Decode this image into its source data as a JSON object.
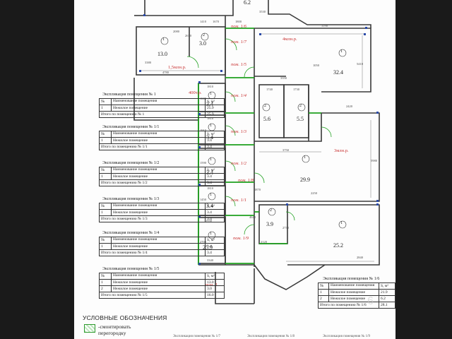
{
  "rooms": [
    {
      "id": "room-top",
      "area": "6.2",
      "num": ""
    },
    {
      "id": "room-13",
      "area": "13.0",
      "num": "1"
    },
    {
      "id": "room-3-0",
      "area": "3.0",
      "num": "2"
    },
    {
      "id": "room-32-4",
      "area": "32.4",
      "num": "1"
    },
    {
      "id": "room-5-6",
      "area": "5.6",
      "num": "2"
    },
    {
      "id": "room-5-5",
      "area": "5.5",
      "num": "2"
    },
    {
      "id": "room-34a",
      "area": "3.4",
      "num": "1"
    },
    {
      "id": "room-34b",
      "area": "3.4",
      "num": "1"
    },
    {
      "id": "room-34c",
      "area": "3.4",
      "num": "1"
    },
    {
      "id": "room-34d",
      "area": "3.4",
      "num": "1"
    },
    {
      "id": "room-29-9",
      "area": "29.9",
      "num": "1"
    },
    {
      "id": "room-3-9",
      "area": "3.9",
      "num": "2"
    },
    {
      "id": "room-25-9",
      "area": "25.9",
      "num": "1"
    },
    {
      "id": "room-25-2",
      "area": "25.2",
      "num": "1"
    }
  ],
  "redlabels": [
    "пом. 1/6",
    "пом. 1/7",
    "пом. 1/5",
    "пом. 1/4",
    "пом. 1/3",
    "пом. 1/2",
    "пом. 1/8",
    "пом. 1/1",
    "пом. 1/9",
    "пом. 1",
    "4млн.р.",
    "1,5млн.р.",
    "400т.р.",
    "3млн.р."
  ],
  "dims": [
    "3530",
    "1410",
    "1670",
    "1800",
    "2080",
    "2670",
    "3190",
    "5410",
    "3380",
    "4780",
    "3350",
    "1810",
    "1740",
    "1730",
    "2420",
    "3750",
    "5980",
    "1870",
    "2250",
    "1930",
    "3340",
    "2120",
    "2730",
    "4640",
    "2840",
    "1810",
    "1810",
    "1910",
    "1590",
    "1450",
    "1600",
    "2700",
    "1050"
  ],
  "tables": [
    {
      "caption": "Экспликация помещения № 1",
      "h1": "№",
      "h2": "Наименование помещения",
      "h3": "S, м²",
      "row_num": "1",
      "row_name": "Нежилое помещение",
      "row_val": "25.9",
      "total_label": "Итого по помещению № 1",
      "total_val": "25.9"
    },
    {
      "caption": "Экспликация помещения № 1/1",
      "h1": "№",
      "h2": "Наименование помещения",
      "h3": "S, м²",
      "row_num": "1",
      "row_name": "Нежилое помещение",
      "row_val": "3.4",
      "total_label": "Итого по помещению № 1/1",
      "total_val": "3.4"
    },
    {
      "caption": "Экспликация помещения № 1/2",
      "h1": "№",
      "h2": "Наименование помещения",
      "h3": "S, м²",
      "row_num": "1",
      "row_name": "Нежилое помещение",
      "row_val": "3.4",
      "total_label": "Итого по помещению № 1/2",
      "total_val": "3.4"
    },
    {
      "caption": "Экспликация помещения № 1/3",
      "h1": "№",
      "h2": "Наименование помещения",
      "h3": "S, м²",
      "row_num": "1",
      "row_name": "Нежилое помещение",
      "row_val": "3.4",
      "total_label": "Итого по помещению № 1/3",
      "total_val": "3.4"
    },
    {
      "caption": "Экспликация помещения № 1/4",
      "h1": "№",
      "h2": "Наименование помещения",
      "h3": "S, м²",
      "row_num": "1",
      "row_name": "Нежилое помещение",
      "row_val": "3.4",
      "total_label": "Итого по помещению № 1/4",
      "total_val": "3.4"
    }
  ],
  "table15": {
    "caption": "Экспликация помещения № 1/5",
    "h1": "№",
    "h2": "Наименование помещения",
    "h3": "S, м²",
    "r1_num": "1",
    "r1_name": "Нежилое помещение",
    "r1_val": "13.0",
    "r2_num": "2",
    "r2_name": "Нежилое помещение",
    "r2_val": "3.0",
    "total_label": "Итого по помещению № 1/5",
    "total_val": "16.0"
  },
  "table16": {
    "caption": "Экспликация помещения № 1/6",
    "h1": "№",
    "h2": "Наименование помещения",
    "h3": "S, м²",
    "r1_num": "1",
    "r1_name": "Нежилое помещение",
    "r1_val": "21.9",
    "r2_num": "2",
    "r2_name": "Нежилое помещение",
    "r2_val": "6.2",
    "total_label": "Итого по помещению № 1/6",
    "total_val": "28.1"
  },
  "legend": {
    "title": "УСЛОВНЫЕ ОБОЗНАЧЕНИЯ",
    "line1": "-смонтировать",
    "line2": "перегородку"
  },
  "footer": [
    "Экспликация помещения № 1/7",
    "Экспликация помещения № 1/8",
    "Экспликация помещения № 1/9"
  ],
  "watermark": "6"
}
